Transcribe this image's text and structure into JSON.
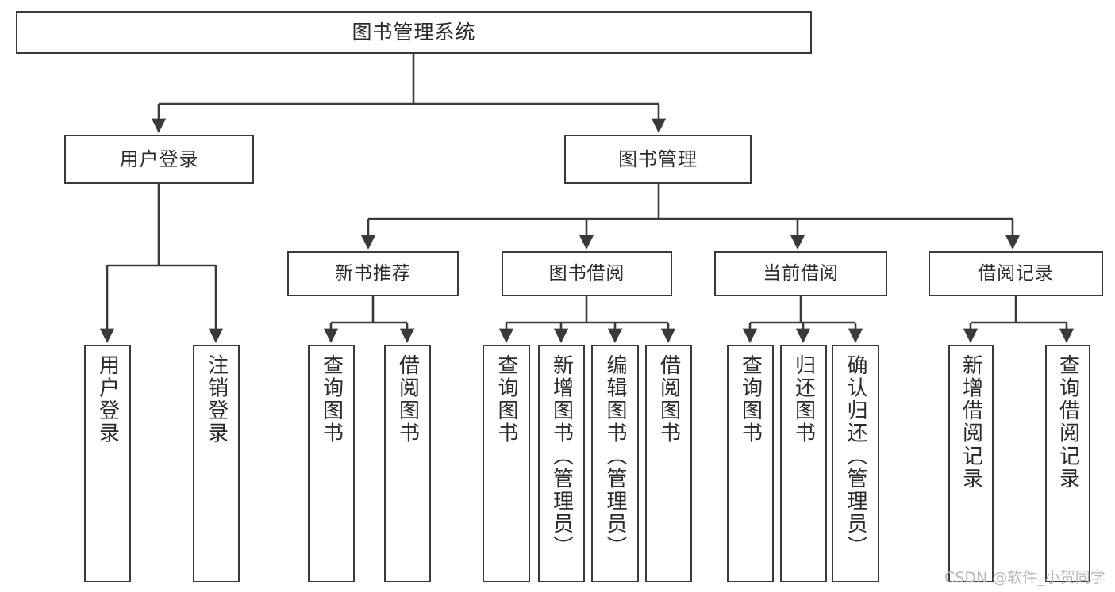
{
  "diagram": {
    "type": "tree",
    "title": "图书管理系统",
    "orientation": "top-down",
    "edge_style": "orthogonal-with-arrowheads",
    "colors": {
      "background": "#ffffff",
      "node_fill": "#ffffff",
      "node_border": "#3a3a3a",
      "text": "#2b2b2b",
      "watermark": "#b9b9b9"
    },
    "levels": [
      {
        "level": 1,
        "nodes": [
          {
            "id": "root",
            "label": "图书管理系统"
          }
        ]
      },
      {
        "level": 2,
        "nodes": [
          {
            "id": "login",
            "label": "用户登录",
            "parent": "root"
          },
          {
            "id": "bookmgmt",
            "label": "图书管理",
            "parent": "root"
          }
        ]
      },
      {
        "level": 3,
        "nodes": [
          {
            "id": "newbook",
            "label": "新书推荐",
            "parent": "bookmgmt"
          },
          {
            "id": "borrow",
            "label": "图书借阅",
            "parent": "bookmgmt"
          },
          {
            "id": "current",
            "label": "当前借阅",
            "parent": "bookmgmt"
          },
          {
            "id": "records",
            "label": "借阅记录",
            "parent": "bookmgmt"
          }
        ]
      },
      {
        "level": 4,
        "nodes": [
          {
            "id": "leaf-user-login",
            "label": "用户登录",
            "parent": "login"
          },
          {
            "id": "leaf-user-logout",
            "label": "注销登录",
            "parent": "login"
          },
          {
            "id": "leaf-nb-query",
            "label": "查询图书",
            "parent": "newbook"
          },
          {
            "id": "leaf-nb-borrow",
            "label": "借阅图书",
            "parent": "newbook"
          },
          {
            "id": "leaf-bo-query",
            "label": "查询图书",
            "parent": "borrow"
          },
          {
            "id": "leaf-bo-add",
            "label": "新增图书（管理员）",
            "parent": "borrow"
          },
          {
            "id": "leaf-bo-edit",
            "label": "编辑图书（管理员）",
            "parent": "borrow"
          },
          {
            "id": "leaf-bo-borrow",
            "label": "借阅图书",
            "parent": "borrow"
          },
          {
            "id": "leaf-cu-query",
            "label": "查询图书",
            "parent": "current"
          },
          {
            "id": "leaf-cu-return",
            "label": "归还图书",
            "parent": "current"
          },
          {
            "id": "leaf-cu-confirm",
            "label": "确认归还（管理员）",
            "parent": "current"
          },
          {
            "id": "leaf-rec-add",
            "label": "新增借阅记录",
            "parent": "records"
          },
          {
            "id": "leaf-rec-query",
            "label": "查询借阅记录",
            "parent": "records"
          }
        ]
      }
    ]
  },
  "watermark": {
    "text": "CSDN @软件_小贺同学"
  }
}
